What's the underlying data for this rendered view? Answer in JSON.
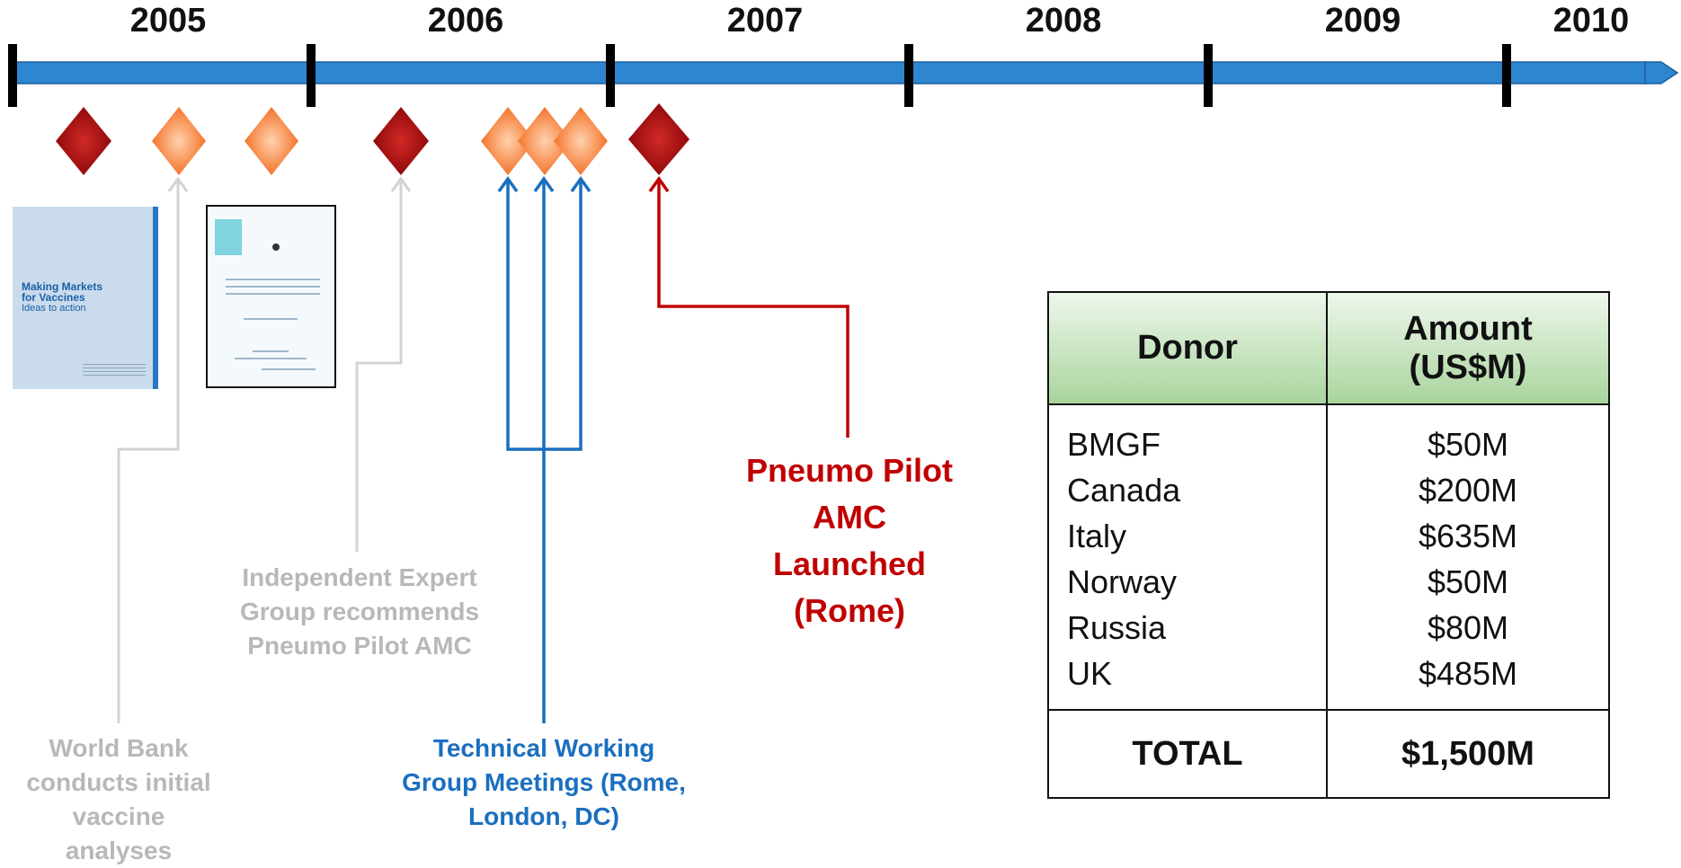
{
  "years": [
    "2005",
    "2006",
    "2007",
    "2008",
    "2009",
    "2010"
  ],
  "documents": [
    {
      "title_line1": "Making Markets",
      "title_line2": "for Vaccines",
      "subtitle": "Ideas to action"
    },
    {
      "icon": "seal-icon"
    }
  ],
  "captions": {
    "world_bank": "World Bank conducts initial vaccine analyses",
    "expert_group": "Independent Expert Group recommends Pneumo Pilot AMC",
    "working_group": "Technical Working Group Meetings (Rome, London, DC)",
    "amc_launch": "Pneumo Pilot AMC Launched (Rome)"
  },
  "table": {
    "header_donor": "Donor",
    "header_amount": "Amount (US$M)",
    "rows": [
      {
        "donor": "BMGF",
        "amount": "$50M"
      },
      {
        "donor": "Canada",
        "amount": "$200M"
      },
      {
        "donor": "Italy",
        "amount": "$635M"
      },
      {
        "donor": "Norway",
        "amount": "$50M"
      },
      {
        "donor": "Russia",
        "amount": "$80M"
      },
      {
        "donor": "UK",
        "amount": "$485M"
      }
    ],
    "total_label": "TOTAL",
    "total_amount": "$1,500M"
  },
  "colors": {
    "timeline_bar": "#2e86d1",
    "milestone_dark": "#a80f12",
    "milestone_light": "#f57a2e",
    "connector_grey": "#d3d3d3",
    "connector_blue": "#1a6fbf",
    "connector_red": "#c00000",
    "table_header": "#a9d49d"
  }
}
